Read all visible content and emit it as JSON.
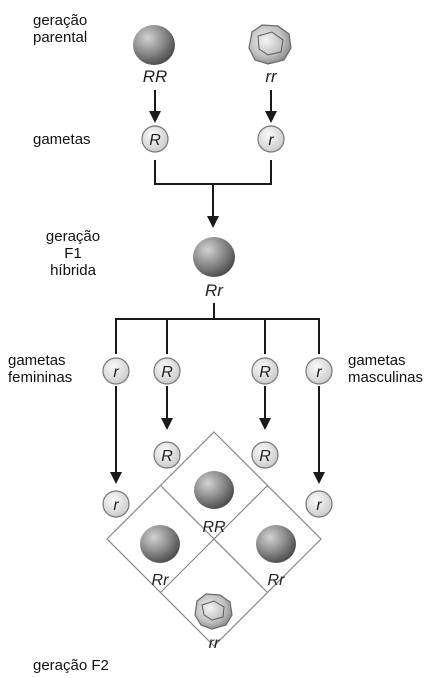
{
  "labels": {
    "parental_line1": "geração",
    "parental_line2": "parental",
    "gametes": "gametas",
    "f1_line1": "geração",
    "f1_line2": "F1",
    "f1_line3": "híbrida",
    "female_line1": "gametas",
    "female_line2": "femininas",
    "male_line1": "gametas",
    "male_line2": "masculinas",
    "f2": "geração F2"
  },
  "genotypes": {
    "parent_dominant": "RR",
    "parent_recessive": "rr",
    "f1": "Rr",
    "f2_top": "RR",
    "f2_left": "Rr",
    "f2_right": "Rr",
    "f2_bottom": "rr"
  },
  "alleles": {
    "parent_gamete_left": "R",
    "parent_gamete_right": "r",
    "female_gamete_1": "r",
    "female_gamete_2": "R",
    "male_gamete_1": "R",
    "male_gamete_2": "r",
    "grid_top_left": "R",
    "grid_top_right": "R",
    "grid_side_left": "r",
    "grid_side_right": "r"
  },
  "seed_types": {
    "smooth": "round seed",
    "wrinkled": "wrinkled seed"
  },
  "colors": {
    "line": "#1a1a1a",
    "seed_dark": "#6e6e6e",
    "seed_light": "#d8d8d8",
    "gamete_fill": "#e4e4e4",
    "grid": "#888888"
  }
}
